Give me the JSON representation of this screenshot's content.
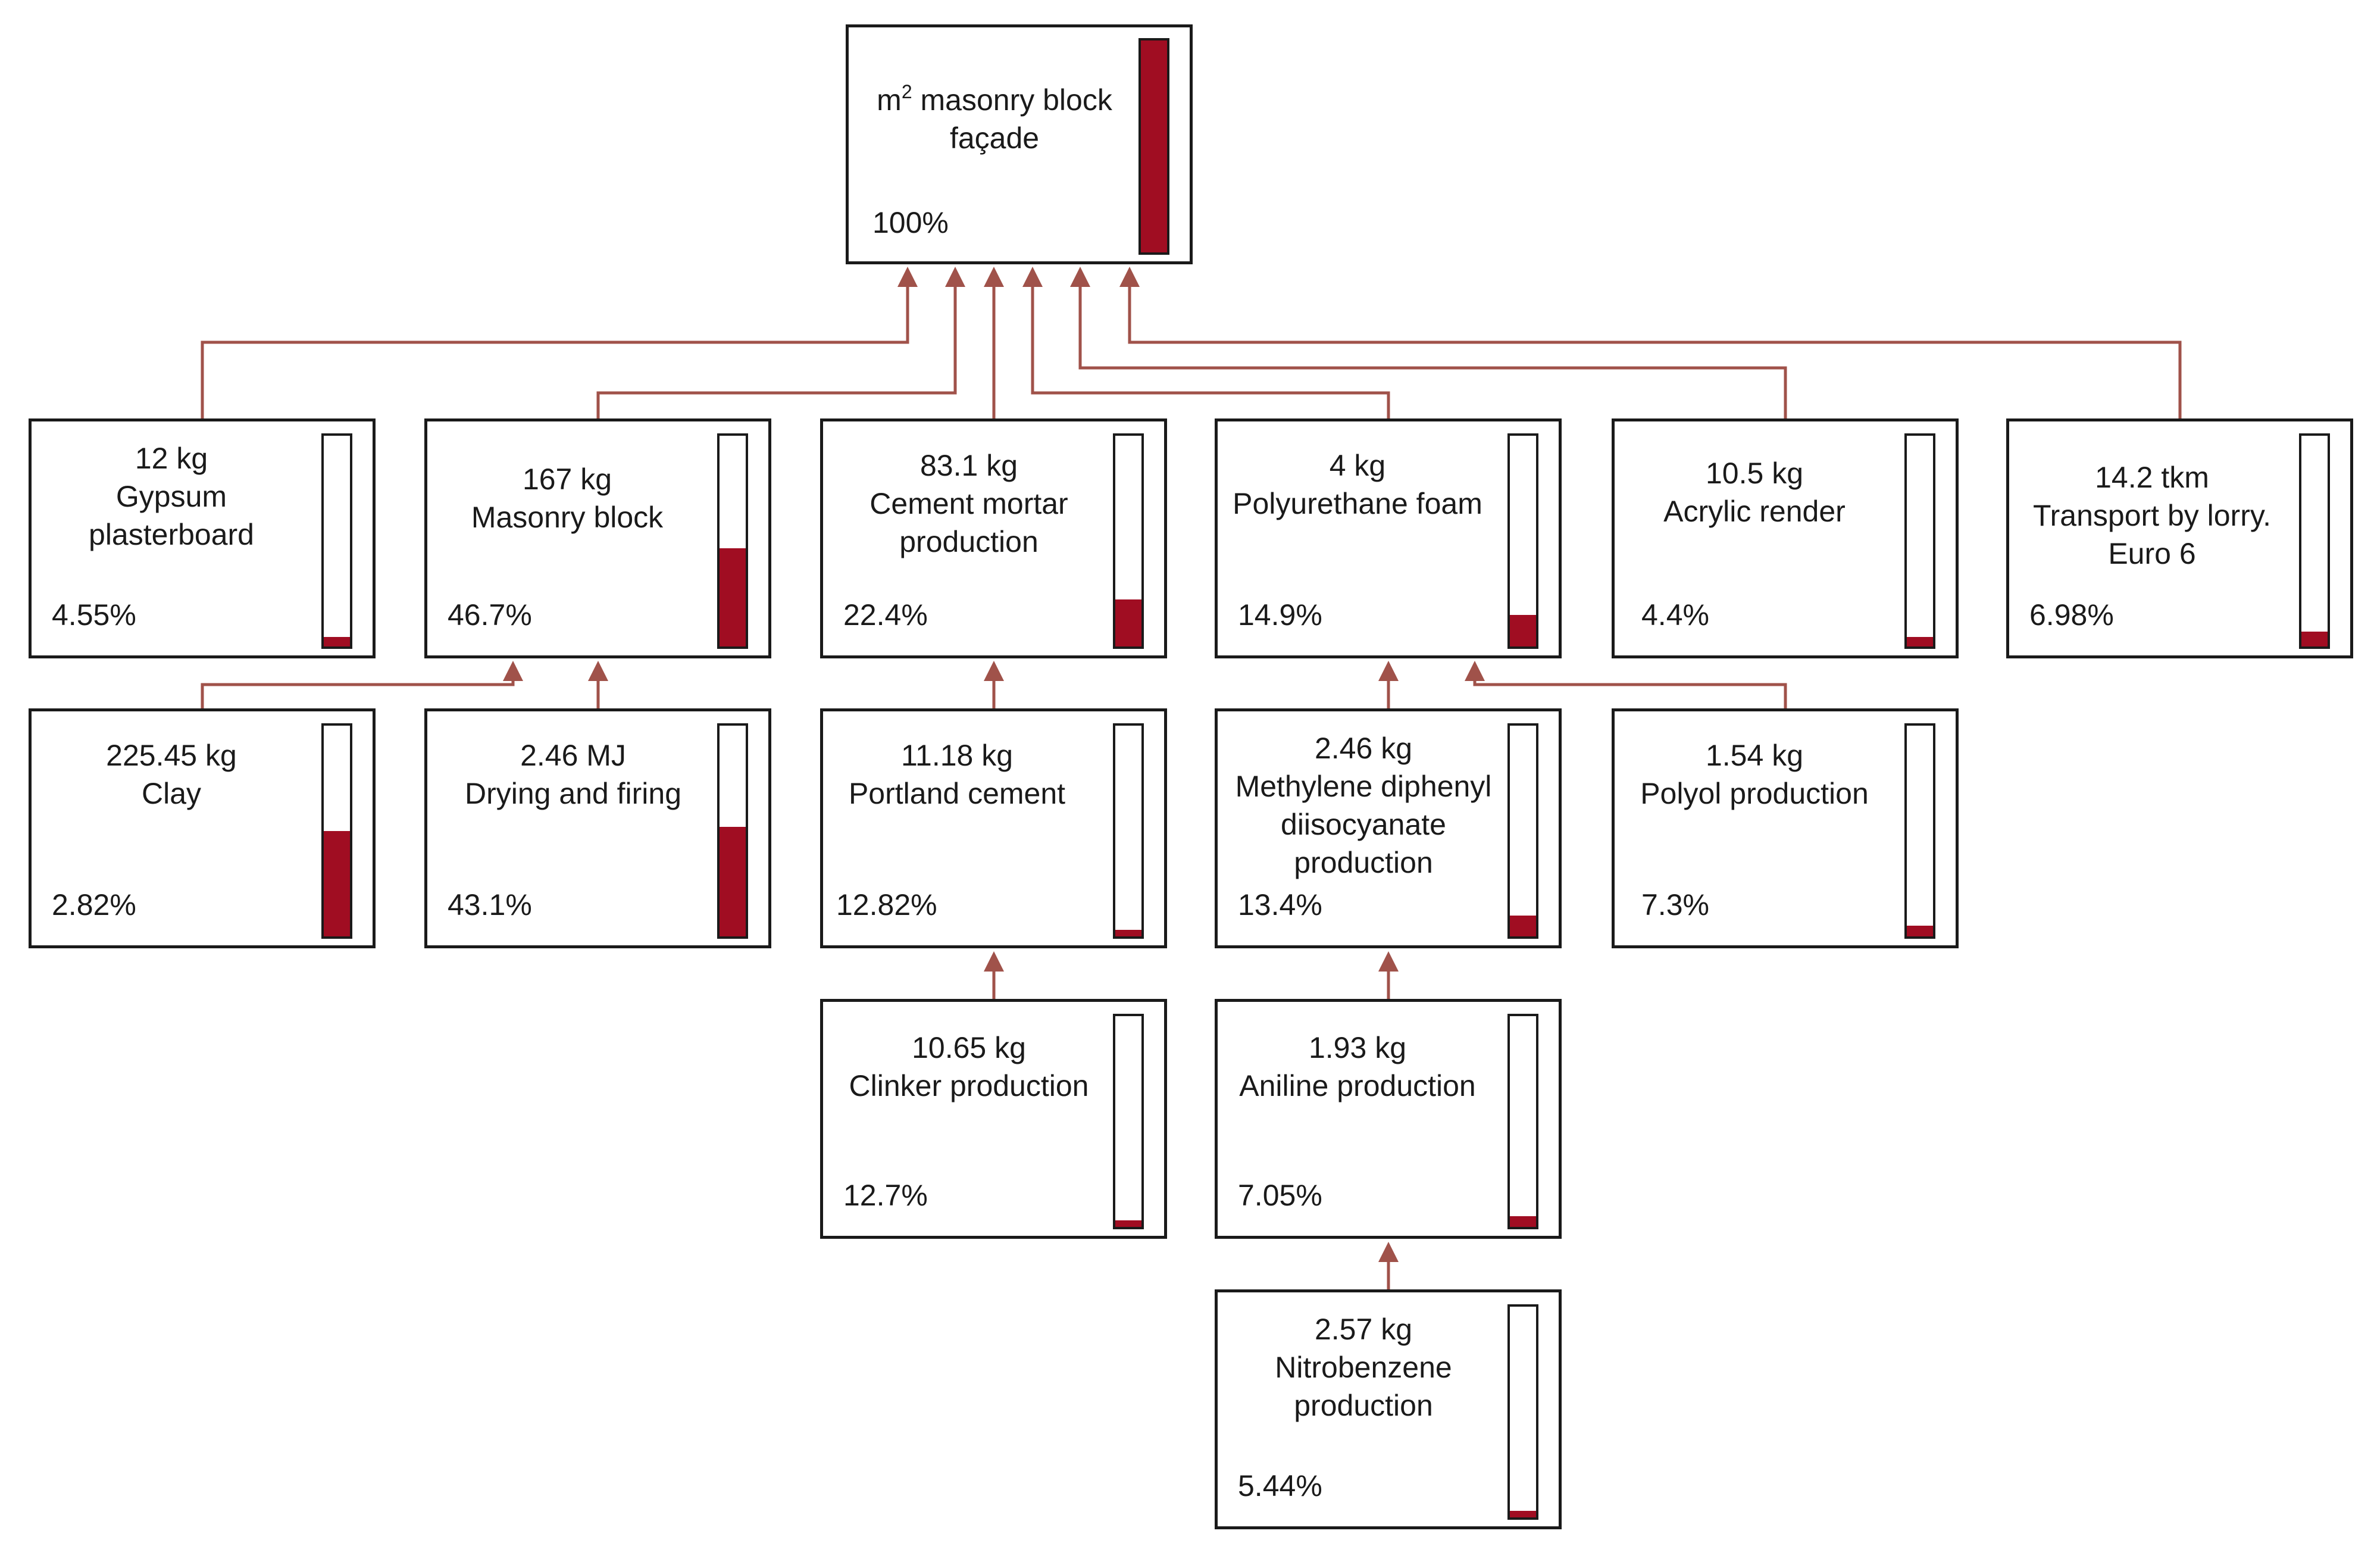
{
  "colors": {
    "link": "#a0524a",
    "fill": "#a00d22",
    "border": "#1a1a1a"
  },
  "diagram": {
    "nodes": [
      {
        "id": "root",
        "unit_prefix": "m",
        "unit_sup": "2",
        "title": " masonry block\nfaçade",
        "percent": "100%",
        "share": 1.0
      },
      {
        "id": "gypsum",
        "title": "12 kg\nGypsum\nplasterboard",
        "percent": "4.55%",
        "share": 0.0455
      },
      {
        "id": "masonry",
        "title": "167 kg\nMasonry block",
        "percent": "46.7%",
        "share": 0.467
      },
      {
        "id": "cement-mortar",
        "title": "83.1 kg\nCement mortar\nproduction",
        "percent": "22.4%",
        "share": 0.224
      },
      {
        "id": "pu-foam",
        "title": "4 kg\nPolyurethane foam",
        "percent": "14.9%",
        "share": 0.149
      },
      {
        "id": "acrylic",
        "title": "10.5 kg\nAcrylic render",
        "percent": "4.4%",
        "share": 0.044
      },
      {
        "id": "transport",
        "title": "14.2 tkm\nTransport by lorry.\nEuro 6",
        "percent": "6.98%",
        "share": 0.0698
      },
      {
        "id": "clay",
        "title": "225.45 kg\nClay",
        "percent": "2.82%",
        "share": 0.5
      },
      {
        "id": "drying",
        "title": "2.46 MJ\nDrying and firing",
        "percent": "43.1%",
        "share": 0.52
      },
      {
        "id": "portland",
        "title": "11.18 kg\nPortland cement",
        "percent": "12.82%",
        "share": 0.03
      },
      {
        "id": "mdi",
        "title": "2.46 kg\nMethylene diphenyl\ndiisocyanate\nproduction",
        "percent": "13.4%",
        "share": 0.1
      },
      {
        "id": "polyol",
        "title": "1.54 kg\nPolyol production",
        "percent": "7.3%",
        "share": 0.05
      },
      {
        "id": "clinker",
        "title": "10.65 kg\nClinker production",
        "percent": "12.7%",
        "share": 0.03
      },
      {
        "id": "aniline",
        "title": "1.93 kg\nAniline production",
        "percent": "7.05%",
        "share": 0.05
      },
      {
        "id": "nitrobenzene",
        "title": "2.57 kg\nNitrobenzene\nproduction",
        "percent": "5.44%",
        "share": 0.03
      }
    ],
    "links": [
      {
        "from": "gypsum",
        "to": "root"
      },
      {
        "from": "masonry",
        "to": "root"
      },
      {
        "from": "cement-mortar",
        "to": "root"
      },
      {
        "from": "pu-foam",
        "to": "root"
      },
      {
        "from": "acrylic",
        "to": "root"
      },
      {
        "from": "transport",
        "to": "root"
      },
      {
        "from": "clay",
        "to": "masonry"
      },
      {
        "from": "drying",
        "to": "masonry"
      },
      {
        "from": "portland",
        "to": "cement-mortar"
      },
      {
        "from": "clinker",
        "to": "portland"
      },
      {
        "from": "mdi",
        "to": "pu-foam"
      },
      {
        "from": "polyol",
        "to": "pu-foam"
      },
      {
        "from": "aniline",
        "to": "mdi"
      },
      {
        "from": "nitrobenzene",
        "to": "aniline"
      }
    ]
  }
}
